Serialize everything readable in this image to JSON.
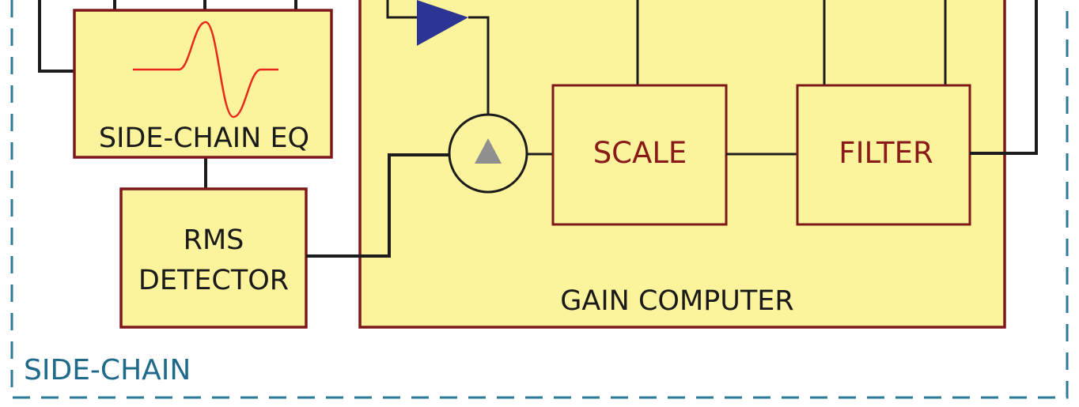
{
  "diagram": {
    "side_chain_label": "SIDE-CHAIN",
    "side_chain_eq_label": "SIDE-CHAIN EQ",
    "rms_detector_line1": "RMS",
    "rms_detector_line2": "DETECTOR",
    "gain_computer_label": "GAIN COMPUTER",
    "scale_label": "SCALE",
    "filter_label": "FILTER"
  },
  "colors": {
    "block_fill": "#fbf49c",
    "block_border": "#7e1719",
    "wire": "#1c1c1c",
    "dashed_border": "#2b7a98",
    "eq_curve": "#e8281c",
    "amp_triangle": "#2c3594",
    "summing_triangle": "#8f8f8f",
    "inner_label_color": "#8a1a1a"
  },
  "icons": {
    "eq_curve": "bell-curve-icon",
    "amplifier": "amplifier-triangle-icon",
    "summing_node": "summing-junction-icon"
  }
}
